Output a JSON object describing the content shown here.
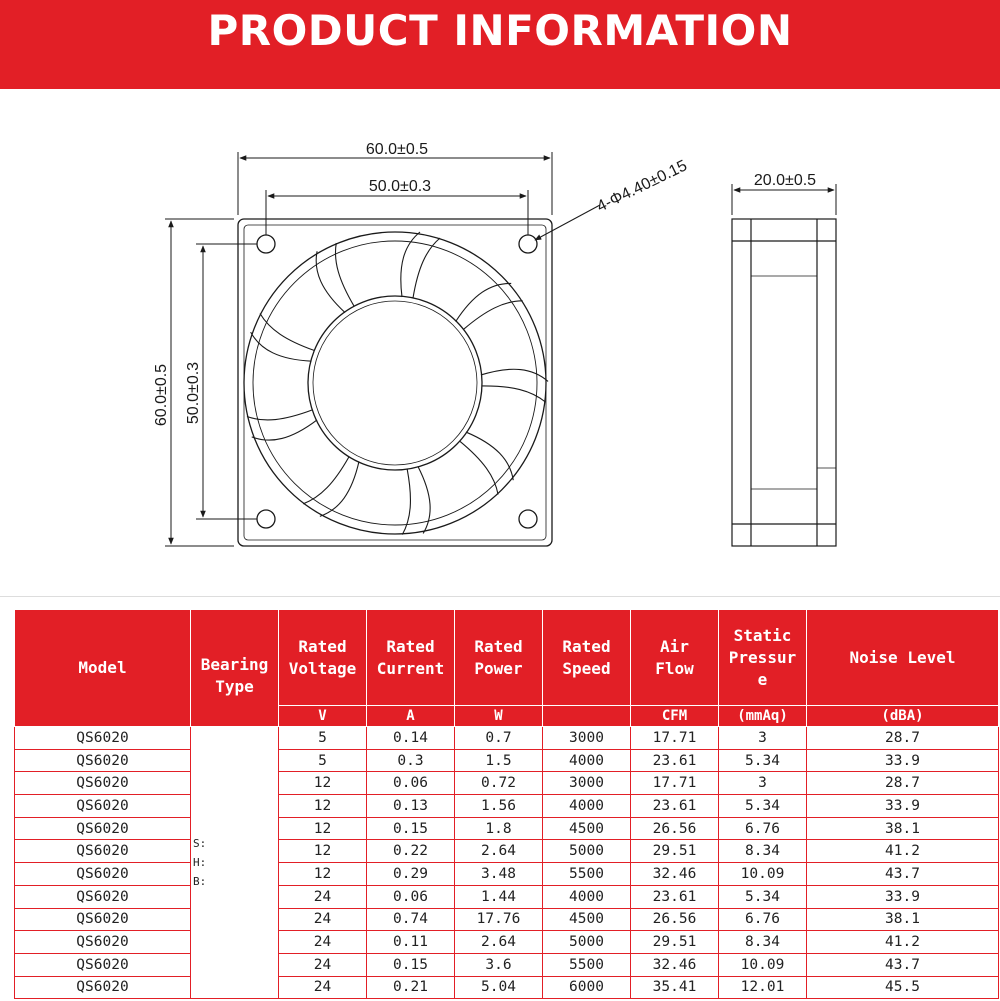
{
  "banner": {
    "title": "PRODUCT INFORMATION"
  },
  "drawing": {
    "overall_width": "60.0±0.5",
    "hole_spacing_h": "50.0±0.3",
    "hole_callout": "4-Φ4.40±0.15",
    "overall_height": "60.0±0.5",
    "hole_spacing_v": "50.0±0.3",
    "thickness": "20.0±0.5"
  },
  "table": {
    "headers": {
      "model": "Model",
      "bearing_1": "Bearing",
      "bearing_2": "Type",
      "voltage_1": "Rated",
      "voltage_2": "Voltage",
      "current_1": "Rated",
      "current_2": "Current",
      "power_1": "Rated",
      "power_2": "Power",
      "speed_1": "Rated",
      "speed_2": "Speed",
      "airflow_1": "Air",
      "airflow_2": "Flow",
      "pressure_1": "Static",
      "pressure_2": "Pressur",
      "pressure_3": "e",
      "noise": "Noise Level"
    },
    "units": {
      "voltage": "V",
      "current": "A",
      "power": "W",
      "speed": "",
      "airflow": "CFM",
      "pressure": "(mmAq)",
      "noise": "(dBA)"
    },
    "bearing_value": {
      "s": "S:",
      "h": "H:",
      "b": "B:"
    },
    "rows": [
      {
        "model": "QS6020",
        "voltage": "5",
        "current": "0.14",
        "power": "0.7",
        "speed": "3000",
        "airflow": "17.71",
        "pressure": "3",
        "noise": "28.7"
      },
      {
        "model": "QS6020",
        "voltage": "5",
        "current": "0.3",
        "power": "1.5",
        "speed": "4000",
        "airflow": "23.61",
        "pressure": "5.34",
        "noise": "33.9"
      },
      {
        "model": "QS6020",
        "voltage": "12",
        "current": "0.06",
        "power": "0.72",
        "speed": "3000",
        "airflow": "17.71",
        "pressure": "3",
        "noise": "28.7"
      },
      {
        "model": "QS6020",
        "voltage": "12",
        "current": "0.13",
        "power": "1.56",
        "speed": "4000",
        "airflow": "23.61",
        "pressure": "5.34",
        "noise": "33.9"
      },
      {
        "model": "QS6020",
        "voltage": "12",
        "current": "0.15",
        "power": "1.8",
        "speed": "4500",
        "airflow": "26.56",
        "pressure": "6.76",
        "noise": "38.1"
      },
      {
        "model": "QS6020",
        "voltage": "12",
        "current": "0.22",
        "power": "2.64",
        "speed": "5000",
        "airflow": "29.51",
        "pressure": "8.34",
        "noise": "41.2"
      },
      {
        "model": "QS6020",
        "voltage": "12",
        "current": "0.29",
        "power": "3.48",
        "speed": "5500",
        "airflow": "32.46",
        "pressure": "10.09",
        "noise": "43.7"
      },
      {
        "model": "QS6020",
        "voltage": "24",
        "current": "0.06",
        "power": "1.44",
        "speed": "4000",
        "airflow": "23.61",
        "pressure": "5.34",
        "noise": "33.9"
      },
      {
        "model": "QS6020",
        "voltage": "24",
        "current": "0.74",
        "power": "17.76",
        "speed": "4500",
        "airflow": "26.56",
        "pressure": "6.76",
        "noise": "38.1"
      },
      {
        "model": "QS6020",
        "voltage": "24",
        "current": "0.11",
        "power": "2.64",
        "speed": "5000",
        "airflow": "29.51",
        "pressure": "8.34",
        "noise": "41.2"
      },
      {
        "model": "QS6020",
        "voltage": "24",
        "current": "0.15",
        "power": "3.6",
        "speed": "5500",
        "airflow": "32.46",
        "pressure": "10.09",
        "noise": "43.7"
      },
      {
        "model": "QS6020",
        "voltage": "24",
        "current": "0.21",
        "power": "5.04",
        "speed": "6000",
        "airflow": "35.41",
        "pressure": "12.01",
        "noise": "45.5"
      }
    ]
  },
  "colors": {
    "accent": "#e21f26",
    "line": "#1a1a1a"
  },
  "icons": {
    "fan_front": "fan-front-view-icon",
    "fan_side": "fan-side-view-icon"
  }
}
